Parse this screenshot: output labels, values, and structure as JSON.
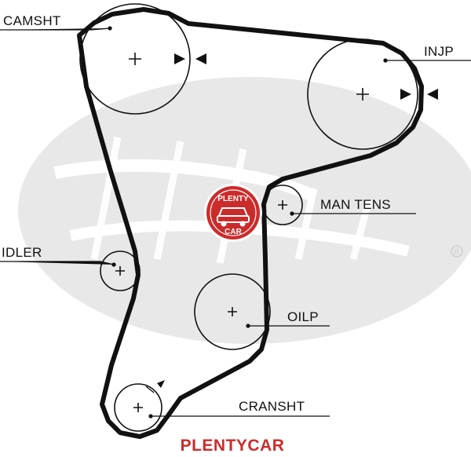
{
  "labels": {
    "camshaft": "CAMSHT",
    "injp": "INJP",
    "man_tens": "MAN TENS",
    "idler": "IDLER",
    "oilp": "OILP",
    "cranshaft": "CRANSHT"
  },
  "logo": {
    "badge_top": "PLENTY",
    "badge_bottom": "CAR",
    "caption": "PLENTYCAR"
  },
  "colors": {
    "belt": "#111111",
    "watermark": "#e6e6e6",
    "logo_red": "#cc2b2b"
  }
}
